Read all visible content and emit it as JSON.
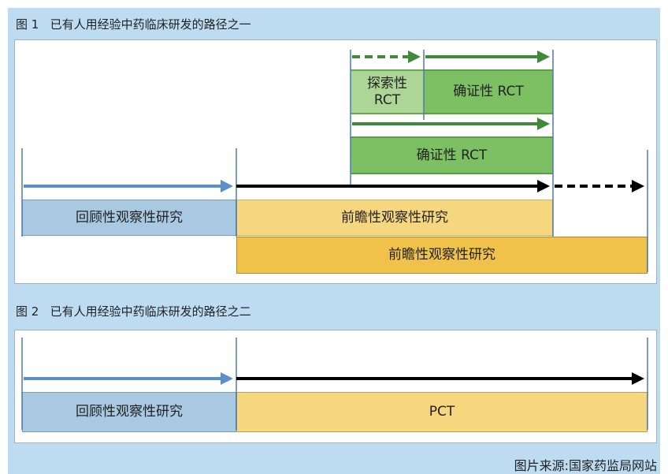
{
  "figure1": {
    "title": "图 1   已有人用经验中药临床研发的路径之一",
    "boxes": {
      "exploratory_rct": "探索性\nRCT",
      "confirmatory_rct_top": "确证性 RCT",
      "confirmatory_rct": "确证性 RCT",
      "retrospective": "回顾性观察性研究",
      "prospective_short": "前瞻性观察性研究",
      "prospective_long": "前瞻性观察性研究"
    }
  },
  "figure2": {
    "title": "图 2   已有人用经验中药临床研发的路径之二",
    "boxes": {
      "retrospective": "回顾性观察性研究",
      "pct": "PCT"
    }
  },
  "source": "图片来源:国家药监局网站",
  "colors": {
    "panel_bg": "#bddcf2",
    "blue_box": "#a9c9e3",
    "yellow_box": "#f6d67e",
    "orange_box": "#f0c24a",
    "light_green": "#acd596",
    "green": "#7dc063",
    "dark_green_arrow": "#3f8a3a",
    "blue_arrow": "#5b8fc7"
  }
}
